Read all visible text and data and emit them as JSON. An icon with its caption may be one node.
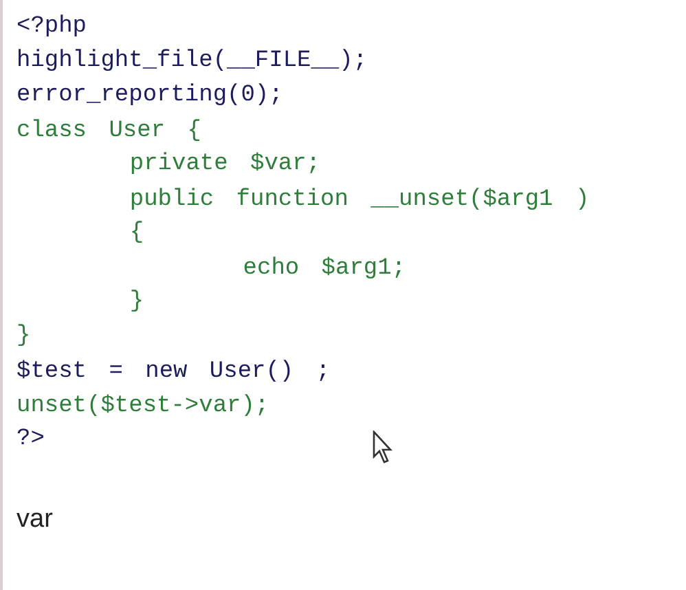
{
  "diagram": {
    "labels": [
      "<?php",
      "highlight_file(__FILE__);",
      "error_reporting(0);",
      "class User {",
      "private $var;",
      "public function __unset($arg1 )",
      "{",
      "echo $arg1;",
      "}",
      "}",
      "$test = new User() ;",
      "unset($test->var);",
      "?>",
      "var"
    ]
  }
}
